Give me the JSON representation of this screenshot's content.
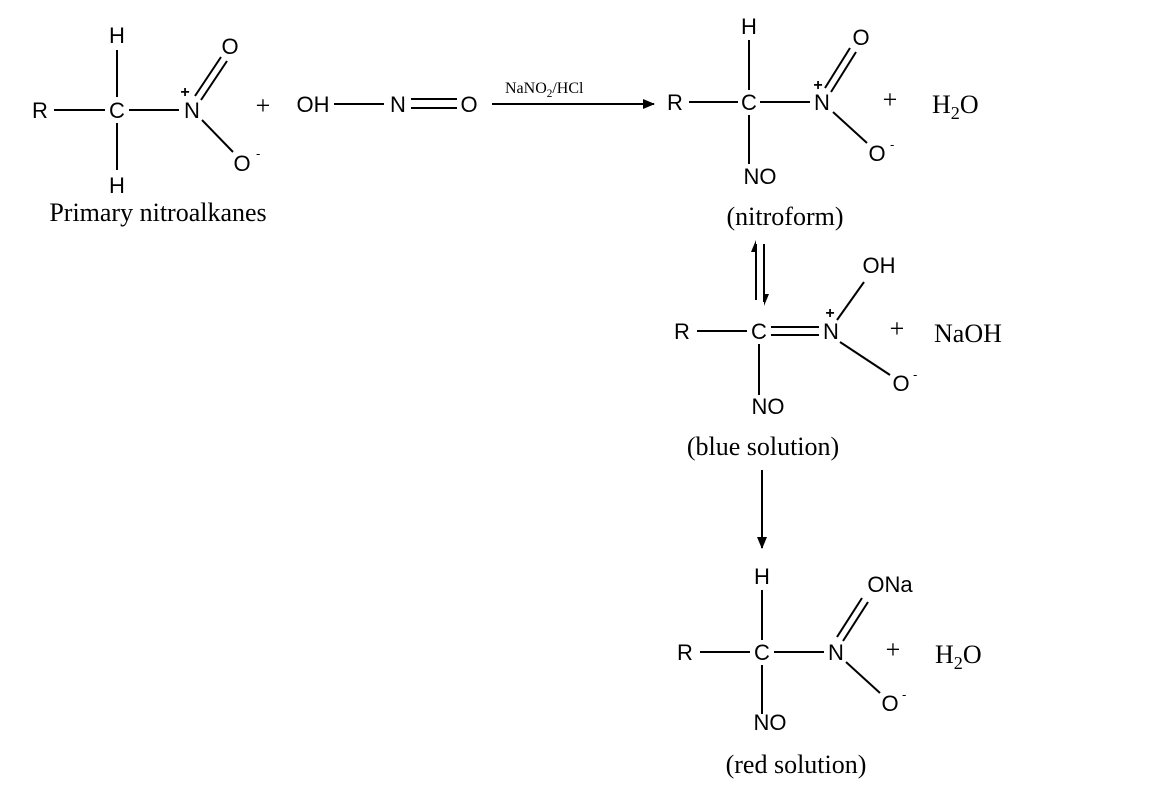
{
  "reactant1": {
    "r": "R",
    "c": "C",
    "h_top": "H",
    "h_bottom": "H",
    "n": "N",
    "plus": "+",
    "o_double": "O",
    "o_minus": "O",
    "minus": "-",
    "caption": "Primary nitroalkanes"
  },
  "plus_sign_1": "+",
  "reactant2": {
    "oh": "OH",
    "n": "N",
    "o": "O"
  },
  "reaction_arrow": {
    "reagent_pre": "NaNO",
    "reagent_sub": "2",
    "reagent_post": "/HCl"
  },
  "product1": {
    "r": "R",
    "c": "C",
    "h_top": "H",
    "n": "N",
    "plus": "+",
    "o_double": "O",
    "o_minus": "O",
    "minus": "-",
    "no": "NO",
    "caption": "(nitroform)"
  },
  "plus_sign_2": "+",
  "water1": {
    "h": "H",
    "sub": "2",
    "o": "O"
  },
  "intermediate": {
    "r": "R",
    "c": "C",
    "n": "N",
    "plus": "+",
    "oh": "OH",
    "o_minus": "O",
    "minus": "-",
    "no": "NO",
    "caption": "(blue solution)"
  },
  "plus_sign_3": "+",
  "byproduct": "NaOH",
  "product2": {
    "r": "R",
    "c": "C",
    "h_top": "H",
    "n": "N",
    "ona": "ONa",
    "o_minus": "O",
    "minus": "-",
    "no": "NO",
    "caption": "(red solution)"
  },
  "plus_sign_4": "+",
  "water2": {
    "h": "H",
    "sub": "2",
    "o": "O"
  }
}
